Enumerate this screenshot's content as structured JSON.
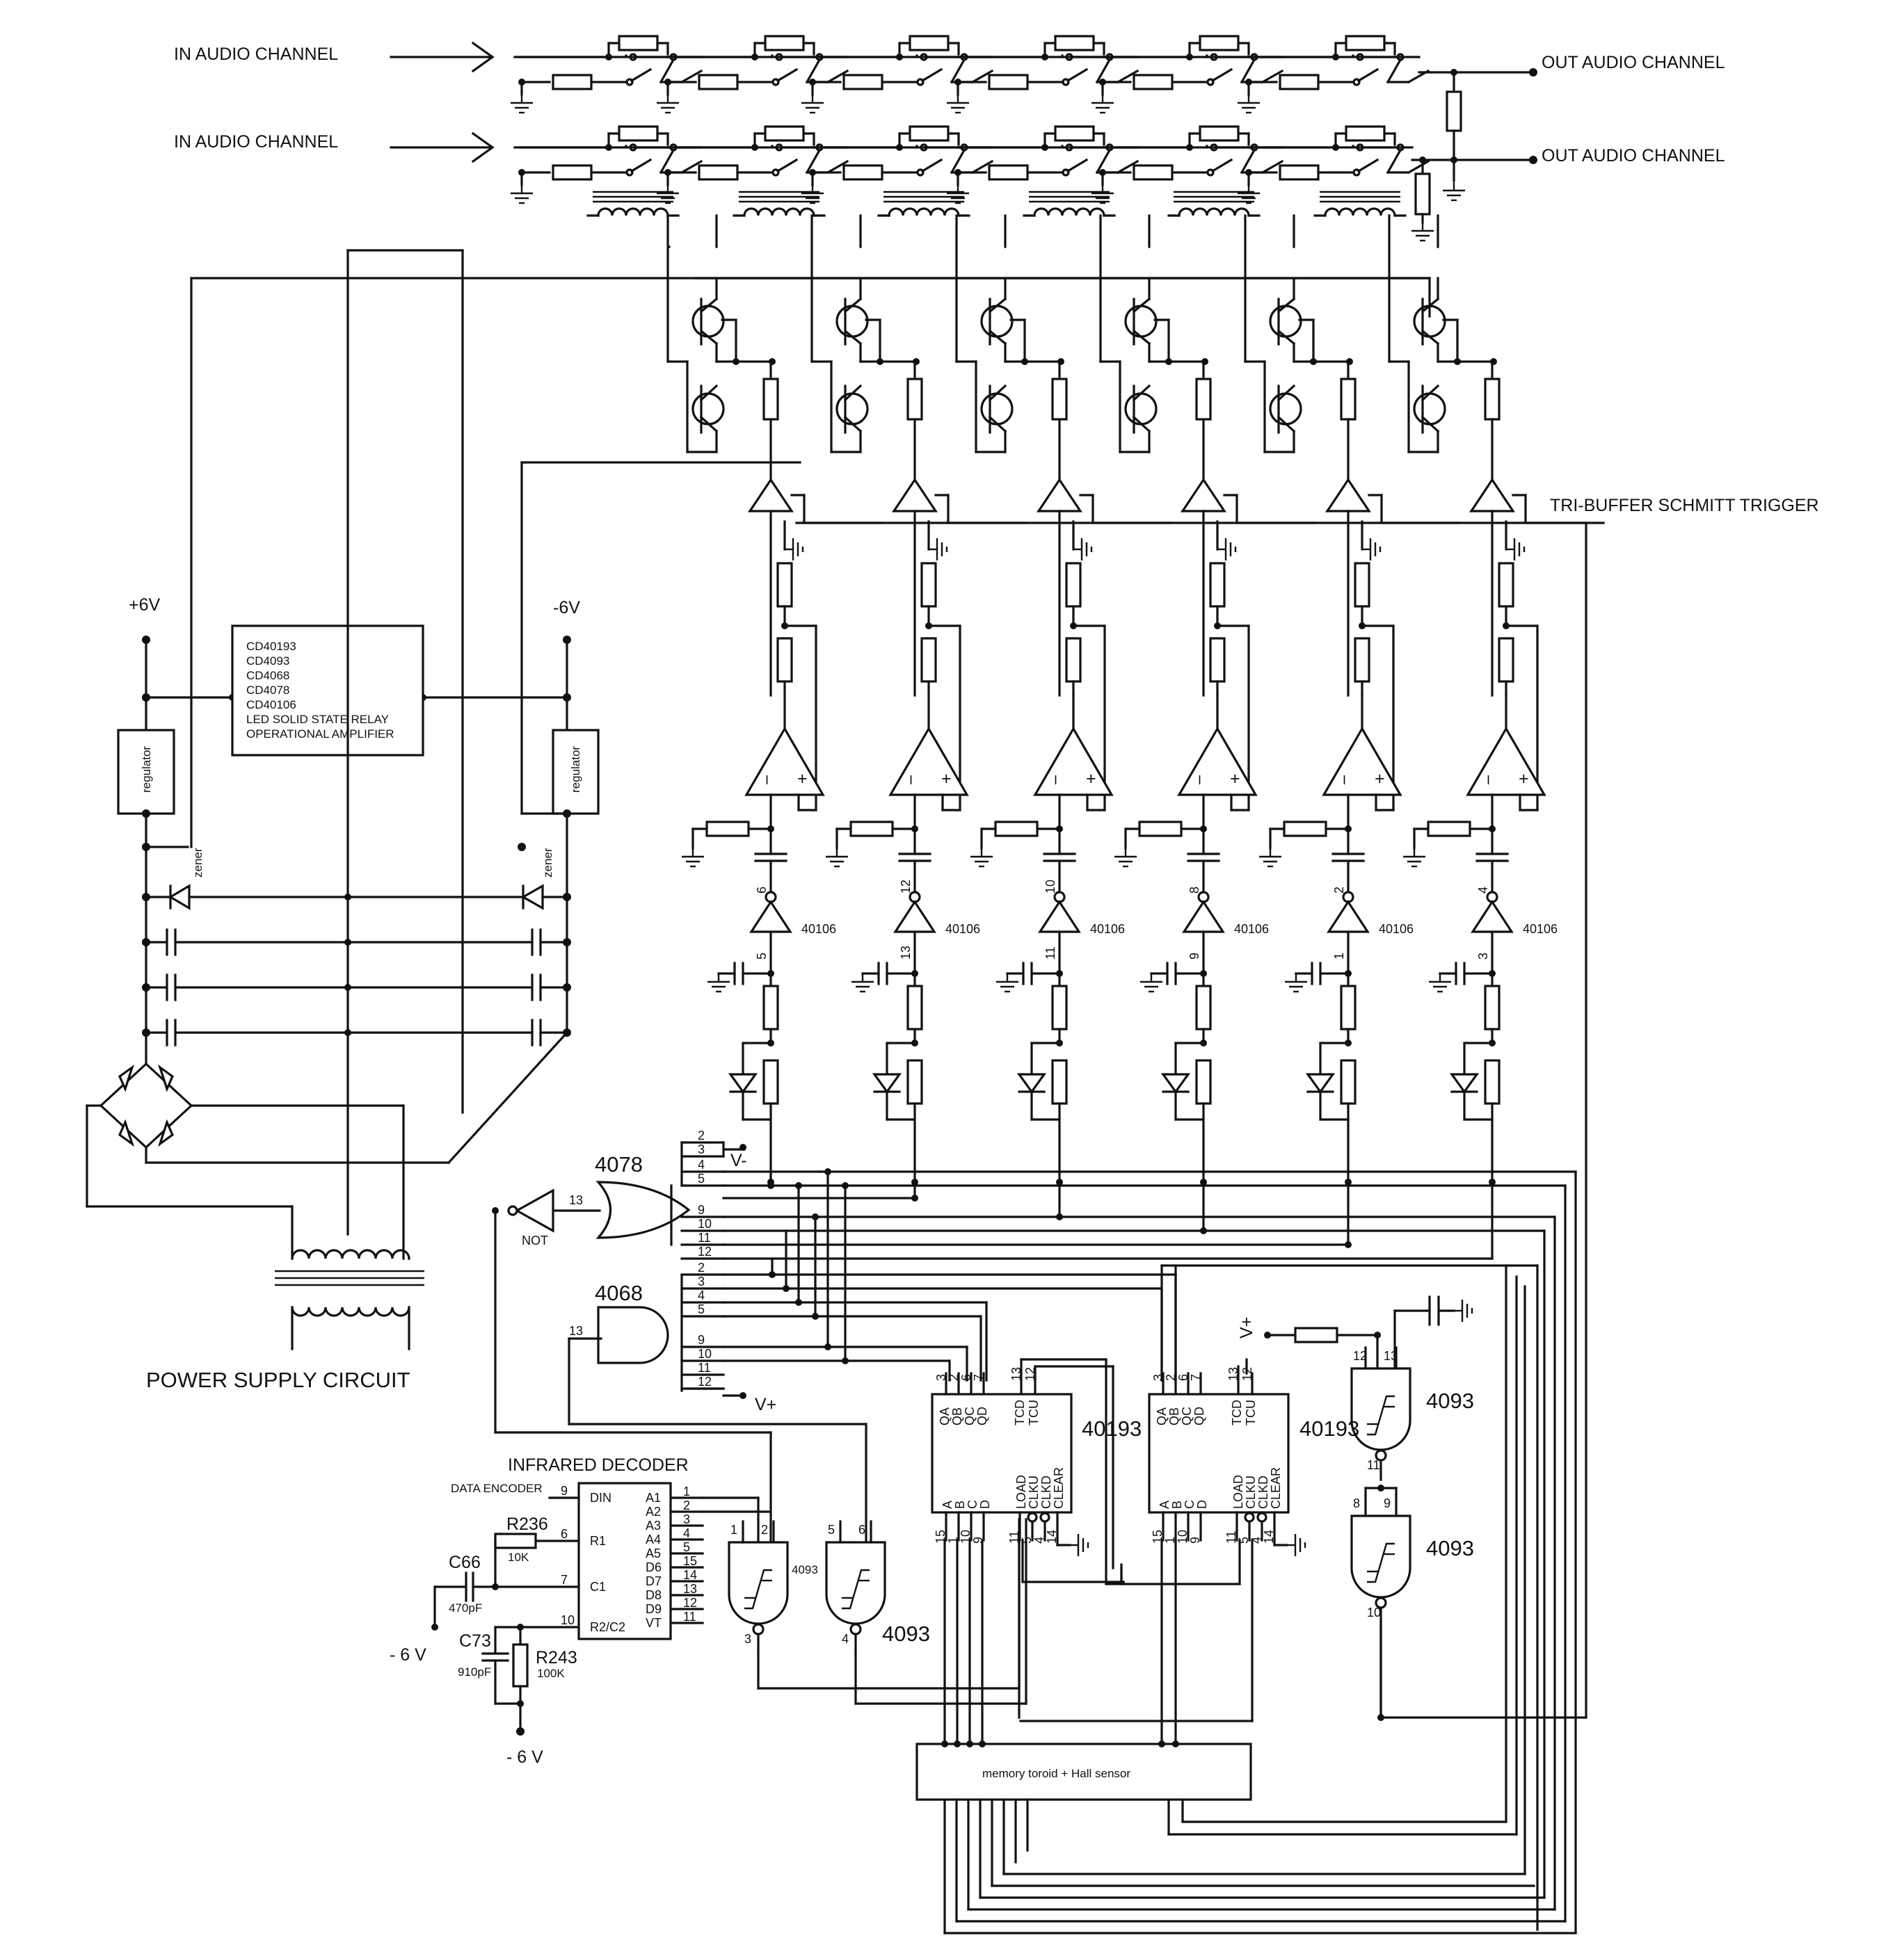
{
  "audio": {
    "in_ch1": "IN  AUDIO CHANNEL",
    "in_ch2": "IN  AUDIO CHANNEL",
    "out_ch1": "OUT  AUDIO CHANNEL",
    "out_ch2": "OUT  AUDIO CHANNEL"
  },
  "schmitt_label": "TRI-BUFFER SCHMITT TRIGGER",
  "power": {
    "plus_label": "+6V",
    "minus_label": "-6V",
    "regulator_label": "regulator",
    "zener_label": "zener",
    "title": "POWER SUPPLY  CIRCUIT"
  },
  "ic_list": [
    "CD40193",
    "CD4093",
    "CD4068",
    "CD4078",
    "CD40106",
    "LED SOLID STATE RELAY",
    "OPERATIONAL AMPLIFIER"
  ],
  "inverter_label": "40106",
  "inverter_pins": [
    {
      "in": "5",
      "out": "6"
    },
    {
      "in": "13",
      "out": "12"
    },
    {
      "in": "11",
      "out": "10"
    },
    {
      "in": "9",
      "out": "8"
    },
    {
      "in": "1",
      "out": "2"
    },
    {
      "in": "3",
      "out": "4"
    }
  ],
  "opamp": {
    "minus": "I",
    "plus": "+"
  },
  "gates": {
    "g4078": "4078",
    "g4068": "4068",
    "not_label": "NOT",
    "v_minus": "V-",
    "v_plus": "V+",
    "pins_4078": [
      "2",
      "3",
      "4",
      "5",
      "9",
      "10",
      "11",
      "12"
    ],
    "pins_4068": [
      "2",
      "3",
      "4",
      "5",
      "9",
      "10",
      "11",
      "12"
    ],
    "out_pin": "13"
  },
  "decoder": {
    "title": "INFRARED DECODER",
    "data_label": "DATA  ENCODER",
    "left_pins": [
      {
        "num": "9",
        "name": "DIN"
      },
      {
        "num": "6",
        "name": "R1"
      },
      {
        "num": "7",
        "name": "C1"
      },
      {
        "num": "10",
        "name": "R2/C2"
      }
    ],
    "right_pins": [
      {
        "name": "A1",
        "num": "1"
      },
      {
        "name": "A2",
        "num": "2"
      },
      {
        "name": "A3",
        "num": "3"
      },
      {
        "name": "A4",
        "num": "4"
      },
      {
        "name": "A5",
        "num": "5"
      },
      {
        "name": "D6",
        "num": "15"
      },
      {
        "name": "D7",
        "num": "14"
      },
      {
        "name": "D8",
        "num": "13"
      },
      {
        "name": "D9",
        "num": "12"
      },
      {
        "name": "VT",
        "num": "11"
      }
    ],
    "r236": "R236",
    "r236_val": "10K",
    "c66": "C66",
    "c66_val": "470pF",
    "c73": "C73",
    "c73_val": "910pF",
    "r243": "R243",
    "r243_val": "100K",
    "neg_label_1": "- 6 V",
    "neg_label_2": "- 6 V"
  },
  "nand": {
    "label": "4093",
    "label_small": "4093",
    "g1_pins": {
      "a": "1",
      "b": "2",
      "y": "3"
    },
    "g2_pins": {
      "a": "5",
      "b": "6",
      "y": "4"
    },
    "g3_pins": {
      "a": "12",
      "b": "13",
      "y": "11"
    },
    "g4_pins": {
      "a": "8",
      "b": "9",
      "y": "10"
    }
  },
  "counter": {
    "label": "40193",
    "top_pins": [
      "QA",
      "QB",
      "QC",
      "QD",
      "TCD",
      "TCU"
    ],
    "top_nums": [
      "3",
      "2",
      "6",
      "7",
      "13",
      "12"
    ],
    "bottom_pins": [
      "A",
      "B",
      "C",
      "D",
      "LOAD",
      "CLKU",
      "CLKD",
      "CLEAR"
    ],
    "bottom_nums": [
      "15",
      "1",
      "10",
      "9",
      "11",
      "5",
      "4",
      "14"
    ]
  },
  "vplus_right": "V+",
  "memory_label": "memory   toroid + Hall sensor"
}
